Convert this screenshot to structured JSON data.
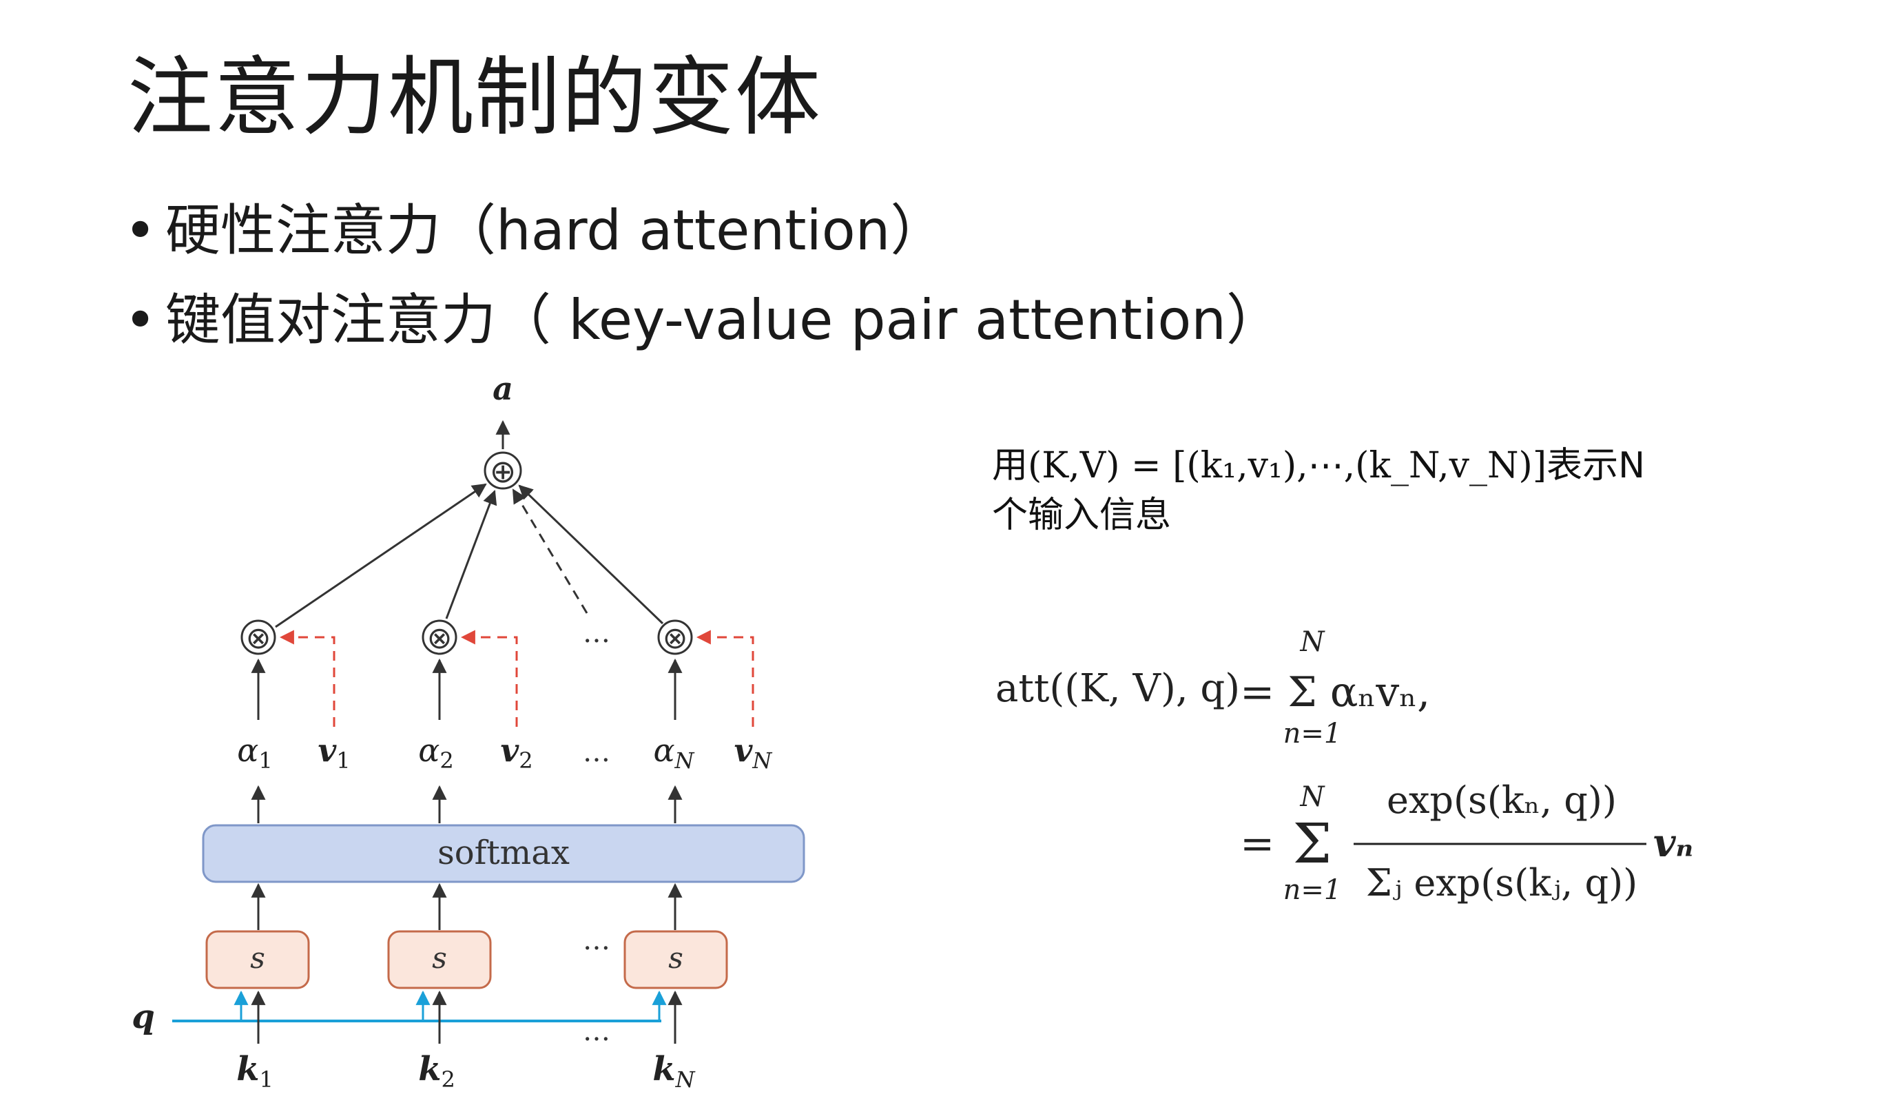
{
  "slide": {
    "title": "注意力机制的变体",
    "bullets": [
      "硬性注意力（hard attention）",
      "键值对注意力（ key-value pair attention）"
    ]
  },
  "description": {
    "prefix": "用",
    "math": "(K,V) = [(k₁,v₁),⋯,(k_N,v_N)]",
    "suffix": "表示N个输入信息"
  },
  "diagram": {
    "output": "a",
    "combine_op": "⊕",
    "product_op": "⊗",
    "softmax_label": "softmax",
    "score_label": "s",
    "query_label": "q",
    "ellipsis": "…",
    "columns": [
      {
        "alpha": "α",
        "alpha_sub": "1",
        "value": "v",
        "value_sub": "1",
        "key": "k",
        "key_sub": "1"
      },
      {
        "alpha": "α",
        "alpha_sub": "2",
        "value": "v",
        "value_sub": "2",
        "key": "k",
        "key_sub": "2"
      },
      {
        "alpha": "α",
        "alpha_sub": "N",
        "value": "v",
        "value_sub": "N",
        "key": "k",
        "key_sub": "N"
      }
    ],
    "colors": {
      "softmax_fill": "#c9d6f0",
      "softmax_stroke": "#7f97c8",
      "score_fill": "#fbe6dc",
      "score_stroke": "#c46a4a",
      "query_line": "#1aa0d8",
      "value_arrow": "#e0473a"
    }
  },
  "formula": {
    "line1_lhs": "att((K, V), q)",
    "line1_rhs": "= Σ αₙvₙ,",
    "sum_upper": "N",
    "sum_lower": "n=1",
    "line2_numerator": "exp(s(kₙ, q))",
    "line2_denominator": "Σⱼ exp(s(kⱼ, q))",
    "line2_tail": "vₙ"
  }
}
